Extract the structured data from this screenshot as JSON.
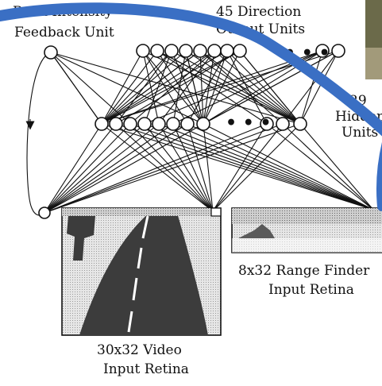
{
  "labels": {
    "feedback_line1": "Road Intensity",
    "feedback_line2": "Feedback Unit",
    "output_line1": "45 Direction",
    "output_line2": "Output Units",
    "hidden_line1": "29",
    "hidden_line2": "Hidden",
    "hidden_line3": "Units",
    "range_line1": "8x32 Range Finder",
    "range_line2": "Input Retina",
    "video_line1": "30x32 Video",
    "video_line2": "Input Retina"
  },
  "ellipsis": "• • •",
  "colors": {
    "annotation_stroke": "#3a6fc4",
    "ink": "#111111",
    "road": "#3a3a3a",
    "retina_bg": "#d9d9d9"
  }
}
